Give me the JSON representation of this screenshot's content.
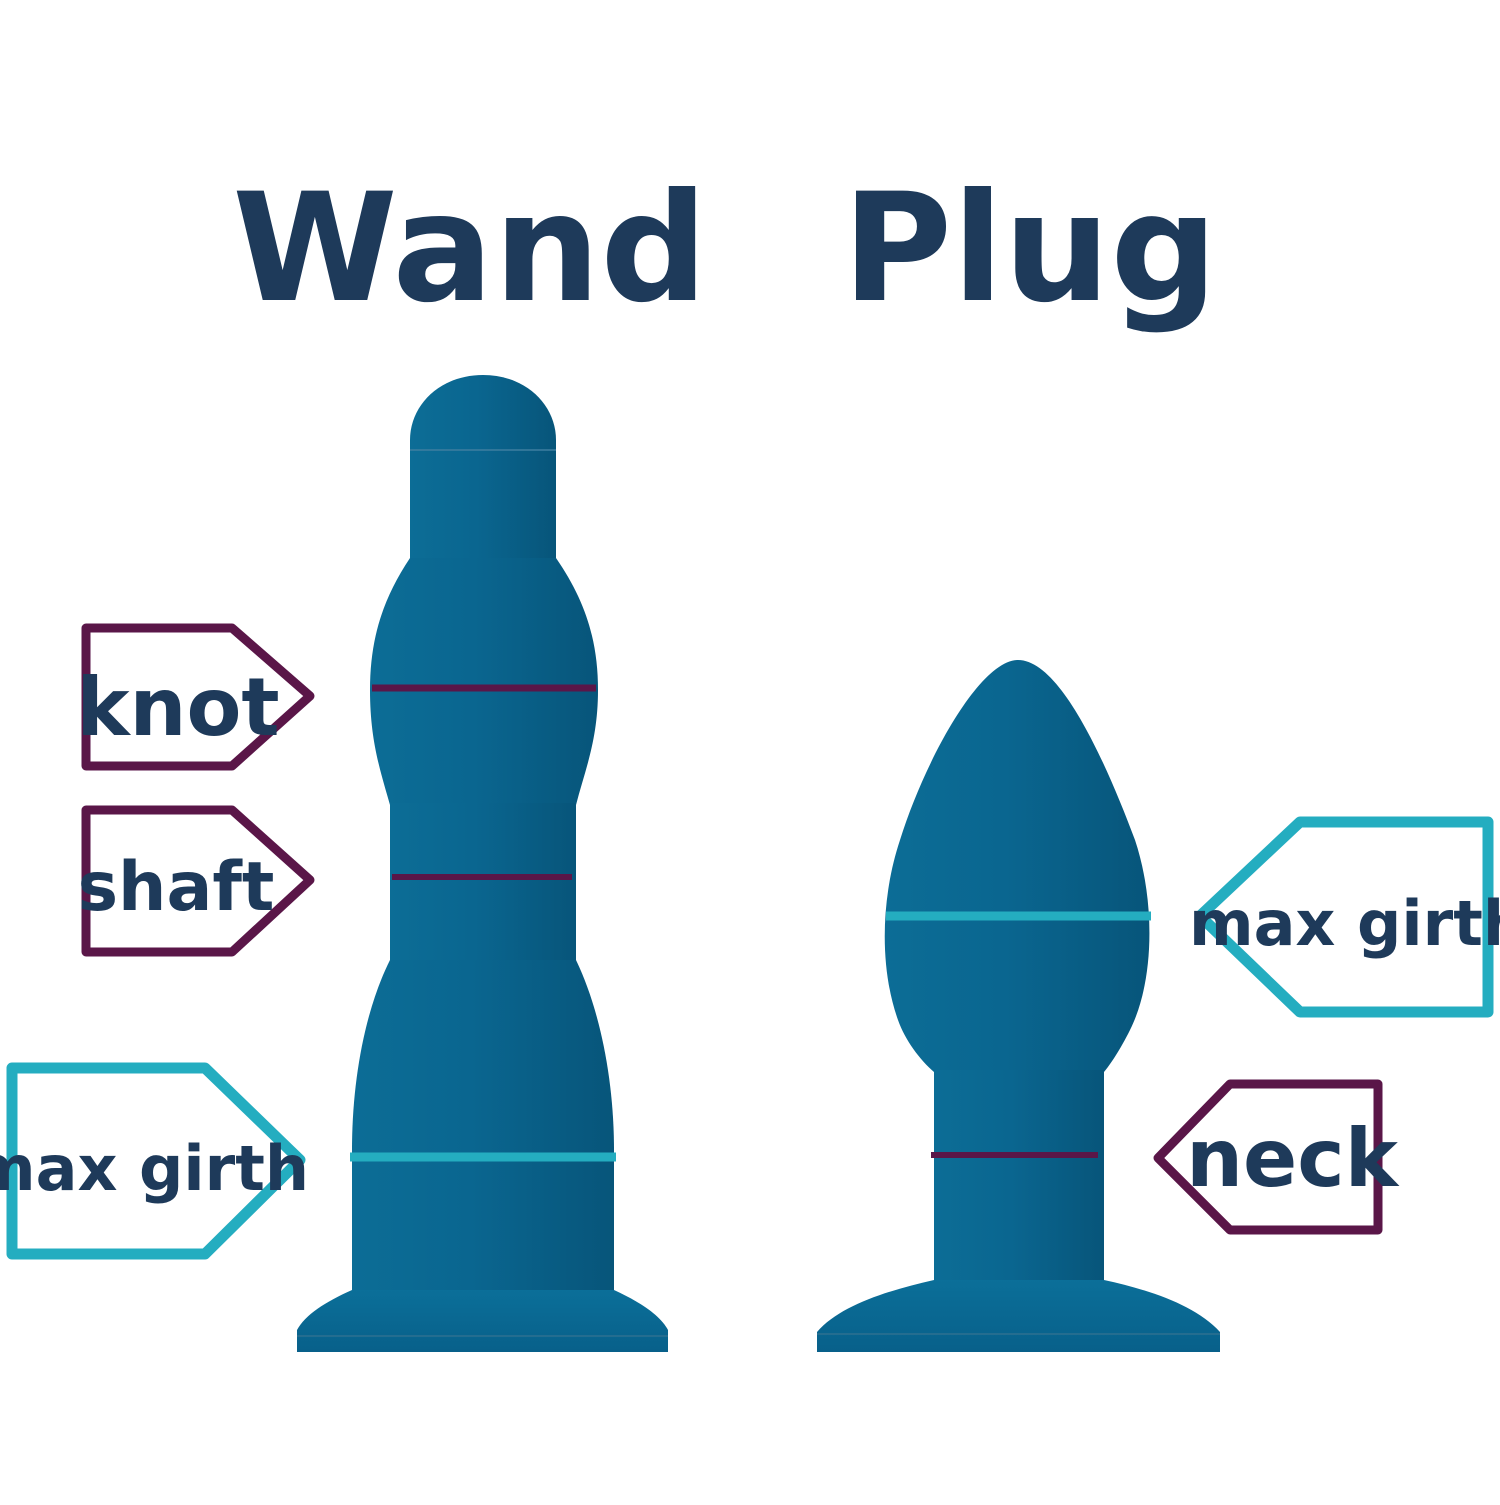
{
  "titles": {
    "wand": "Wand",
    "plug": "Plug"
  },
  "labels": {
    "wand_knot": "knot",
    "wand_shaft": "shaft",
    "wand_max_girth": "max girth",
    "plug_max_girth": "max girth",
    "plug_neck": "neck"
  },
  "colors": {
    "title_text": "#1e3a5a",
    "label_text": "#1e3a5a",
    "toy_body": "#0a6690",
    "toy_shade": "#085678",
    "purple_marker": "#5a1648",
    "cyan_marker": "#24adc0",
    "background": "#ffffff"
  }
}
